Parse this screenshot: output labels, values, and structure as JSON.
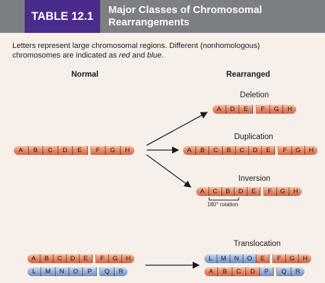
{
  "table": {
    "tag": "TABLE 12.1",
    "title_line1": "Major Classes of Chromosomal",
    "title_line2": "Rearrangements"
  },
  "intro": {
    "line1": "Letters represent large chromosomal regions. Different (nonhomologous)",
    "line2_pre": "chromosomes are indicated as ",
    "red_word": "red",
    "and_word": " and ",
    "blue_word": "blue",
    "period": "."
  },
  "columns": {
    "normal": "Normal",
    "rearranged": "Rearranged"
  },
  "rows": {
    "deletion": "Deletion",
    "duplication": "Duplication",
    "inversion": "Inversion",
    "inversion_note": "180° rotation",
    "translocation": "Translocation"
  },
  "chromosomes": {
    "normal": {
      "color": "red",
      "segments": [
        "A",
        "B",
        "C",
        "D",
        "E",
        "F",
        "G",
        "H"
      ],
      "centromere_after": 5
    },
    "deletion": {
      "color": "red",
      "segments": [
        "A",
        "D",
        "E",
        "F",
        "G",
        "H"
      ],
      "centromere_after": 3
    },
    "duplication": {
      "color": "red",
      "segments": [
        "A",
        "B",
        "C",
        "B",
        "C",
        "D",
        "E",
        "F",
        "G",
        "H"
      ],
      "centromere_after": 7
    },
    "inversion": {
      "color": "red",
      "segments": [
        "A",
        "C",
        "B",
        "D",
        "E",
        "F",
        "G",
        "H"
      ],
      "centromere_after": 5
    },
    "trans_red_normal": {
      "color": "red",
      "segments": [
        "A",
        "B",
        "C",
        "D",
        "E",
        "F",
        "G",
        "H"
      ],
      "centromere_after": 5
    },
    "trans_blue_normal": {
      "color": "blue",
      "segments": [
        "L",
        "M",
        "N",
        "O",
        "P",
        "Q",
        "R"
      ],
      "centromere_after": 5
    },
    "trans_red_after": {
      "color": "blue",
      "segments": [
        "L",
        "M",
        "N",
        "O",
        "E",
        "F",
        "G",
        "H"
      ],
      "centromere_after": 5,
      "recolor": {
        "4": "red",
        "5": "red",
        "6": "red",
        "7": "red"
      }
    },
    "trans_blue_after": {
      "color": "red",
      "segments": [
        "A",
        "B",
        "C",
        "D",
        "P",
        "Q",
        "R"
      ],
      "centromere_after": 5,
      "recolor": {
        "4": "blue",
        "5": "blue",
        "6": "blue"
      }
    }
  },
  "colors": {
    "header_gray": "#7c7f83",
    "tag_purple": "#4a2b8c",
    "chrom_red": "#e88f6b",
    "chrom_blue": "#9cb4dc"
  }
}
